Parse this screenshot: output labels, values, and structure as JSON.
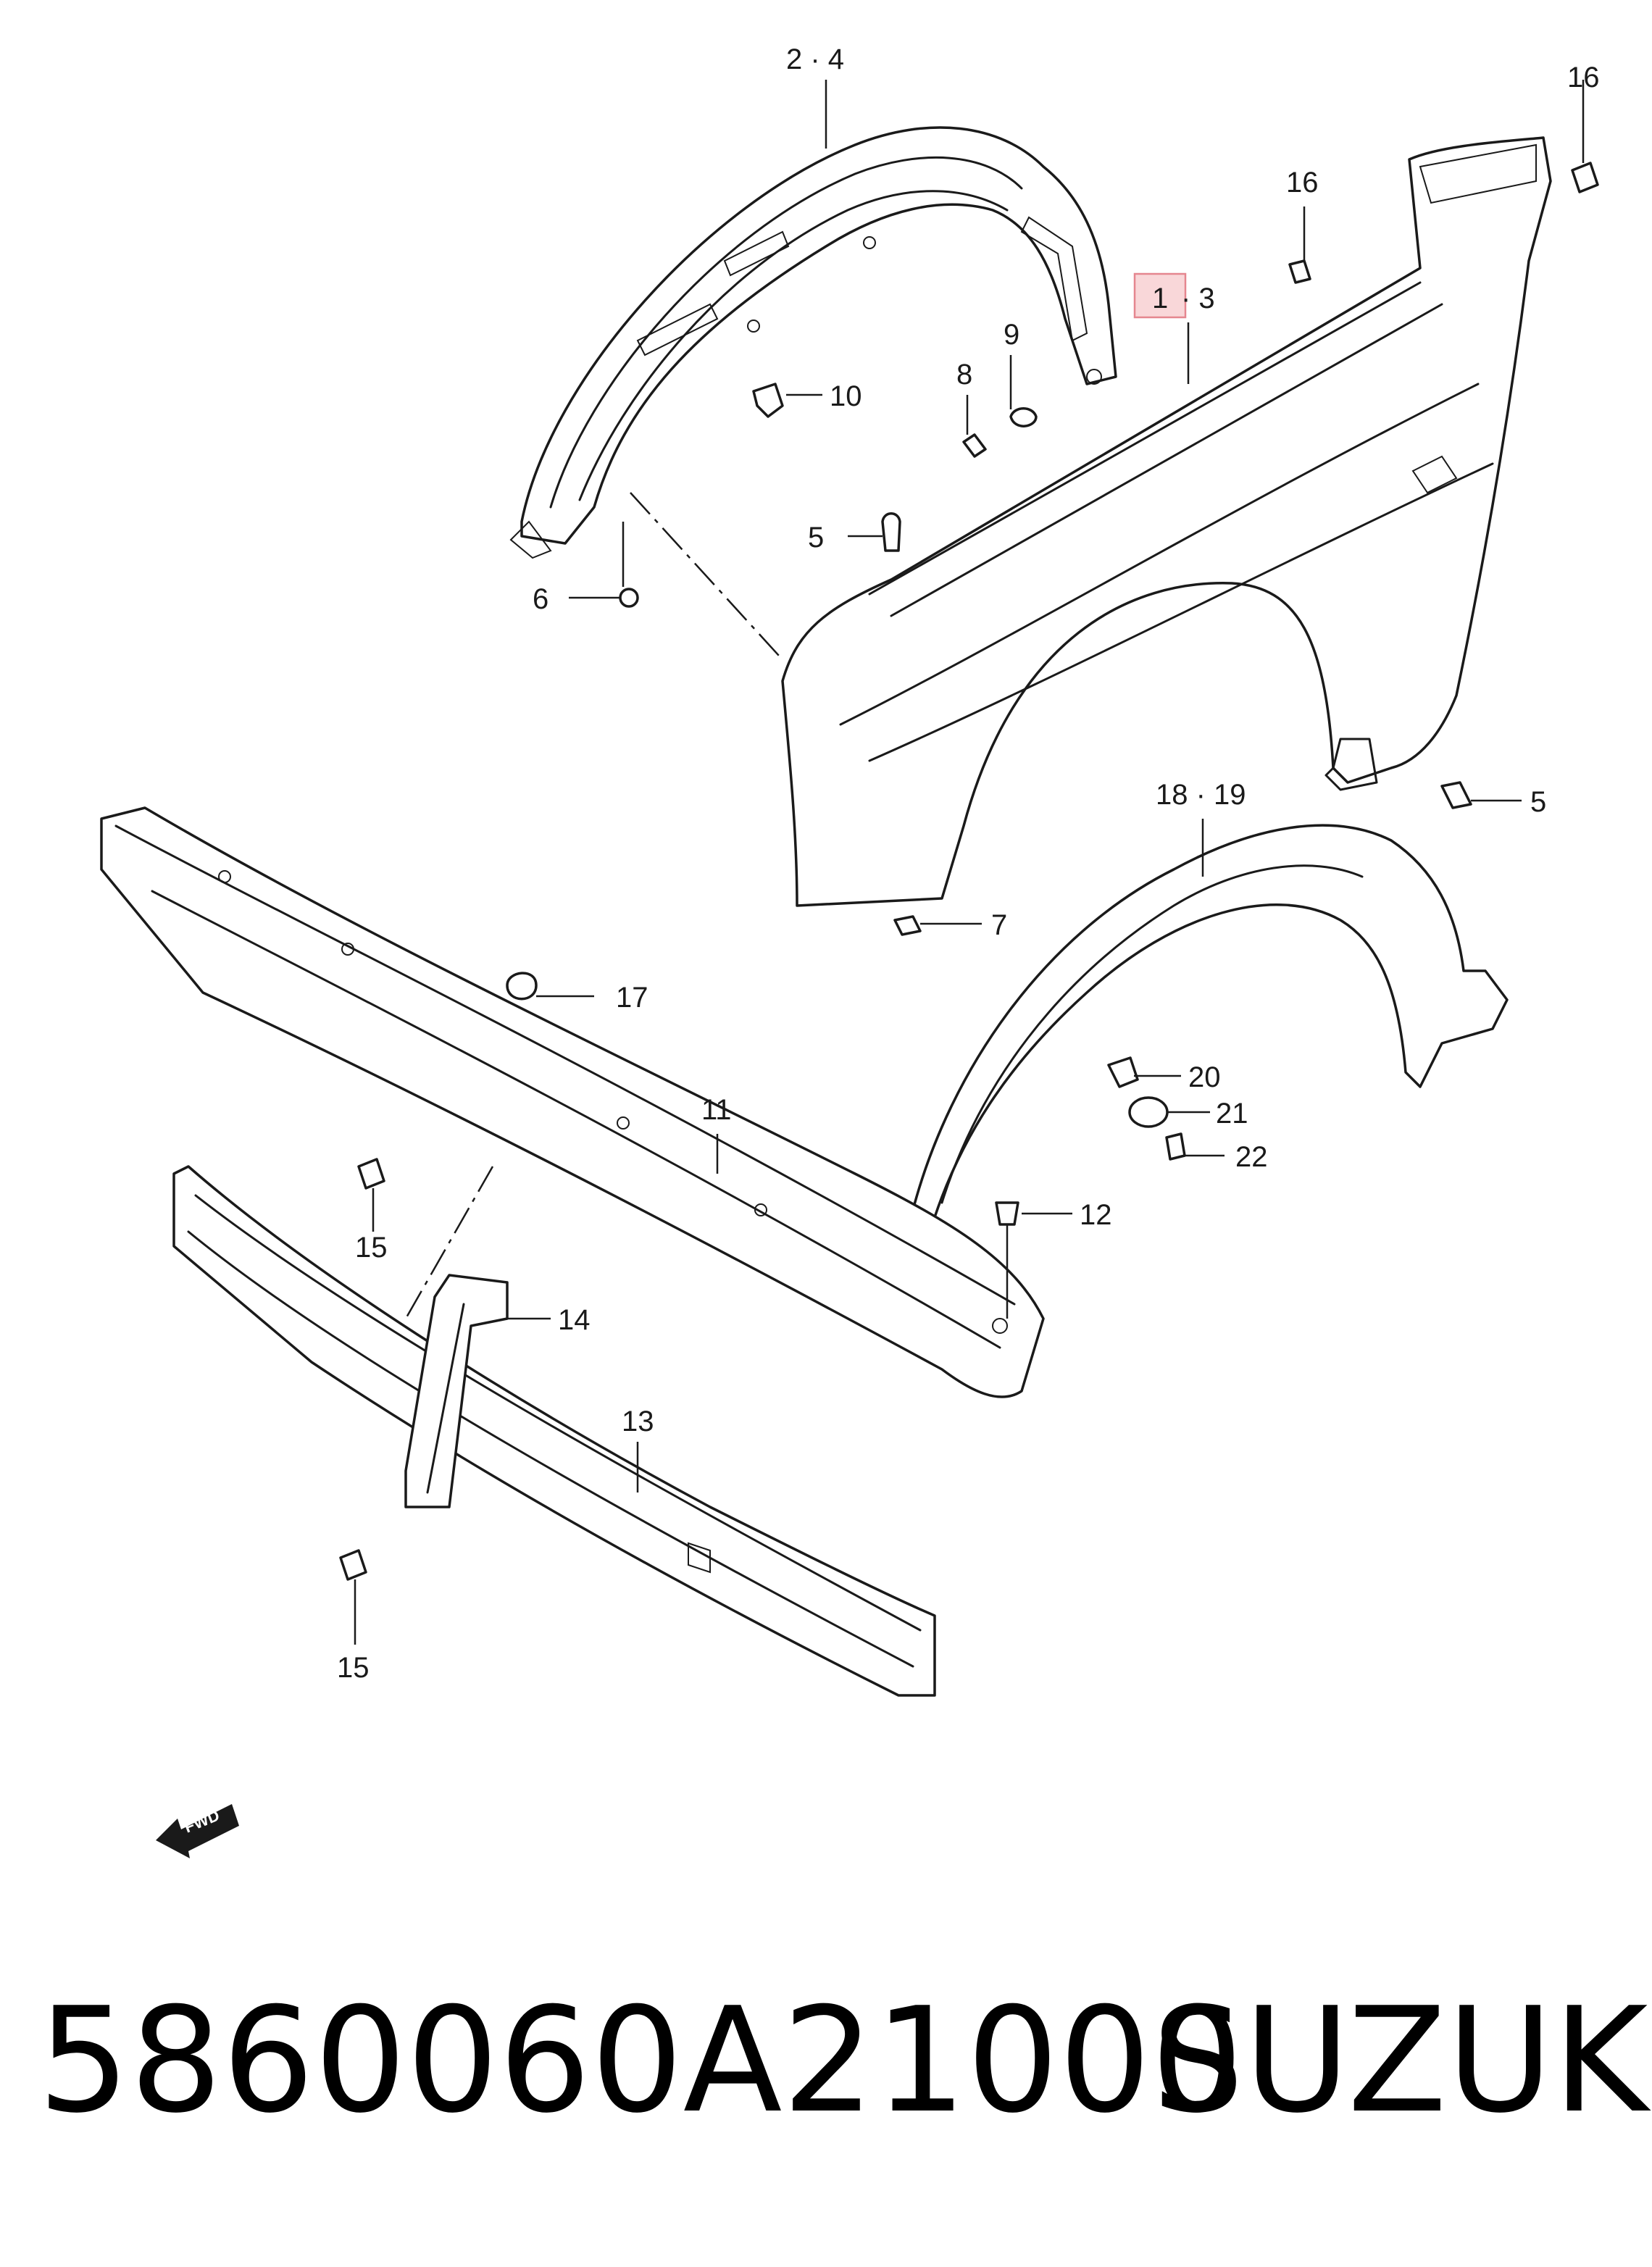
{
  "callouts": {
    "c_2_4": "2 · 4",
    "c_16a": "16",
    "c_16b": "16",
    "c_1": "1",
    "c_3": "· 3",
    "c_9": "9",
    "c_8": "8",
    "c_10": "10",
    "c_5a": "5",
    "c_6": "6",
    "c_5b": "5",
    "c_18_19": "18 · 19",
    "c_7": "7",
    "c_17": "17",
    "c_20": "20",
    "c_21": "21",
    "c_22": "22",
    "c_11": "11",
    "c_12": "12",
    "c_15a": "15",
    "c_14": "14",
    "c_13": "13",
    "c_15b": "15"
  },
  "fwd_badge": "FWD",
  "footer": {
    "part_number": "5860060A21000",
    "brand": "SUZUKI"
  },
  "colors": {
    "line": "#1a1a1a",
    "highlight_fill": "#f9d7d9",
    "highlight_border": "#e5868f",
    "background": "#ffffff"
  }
}
